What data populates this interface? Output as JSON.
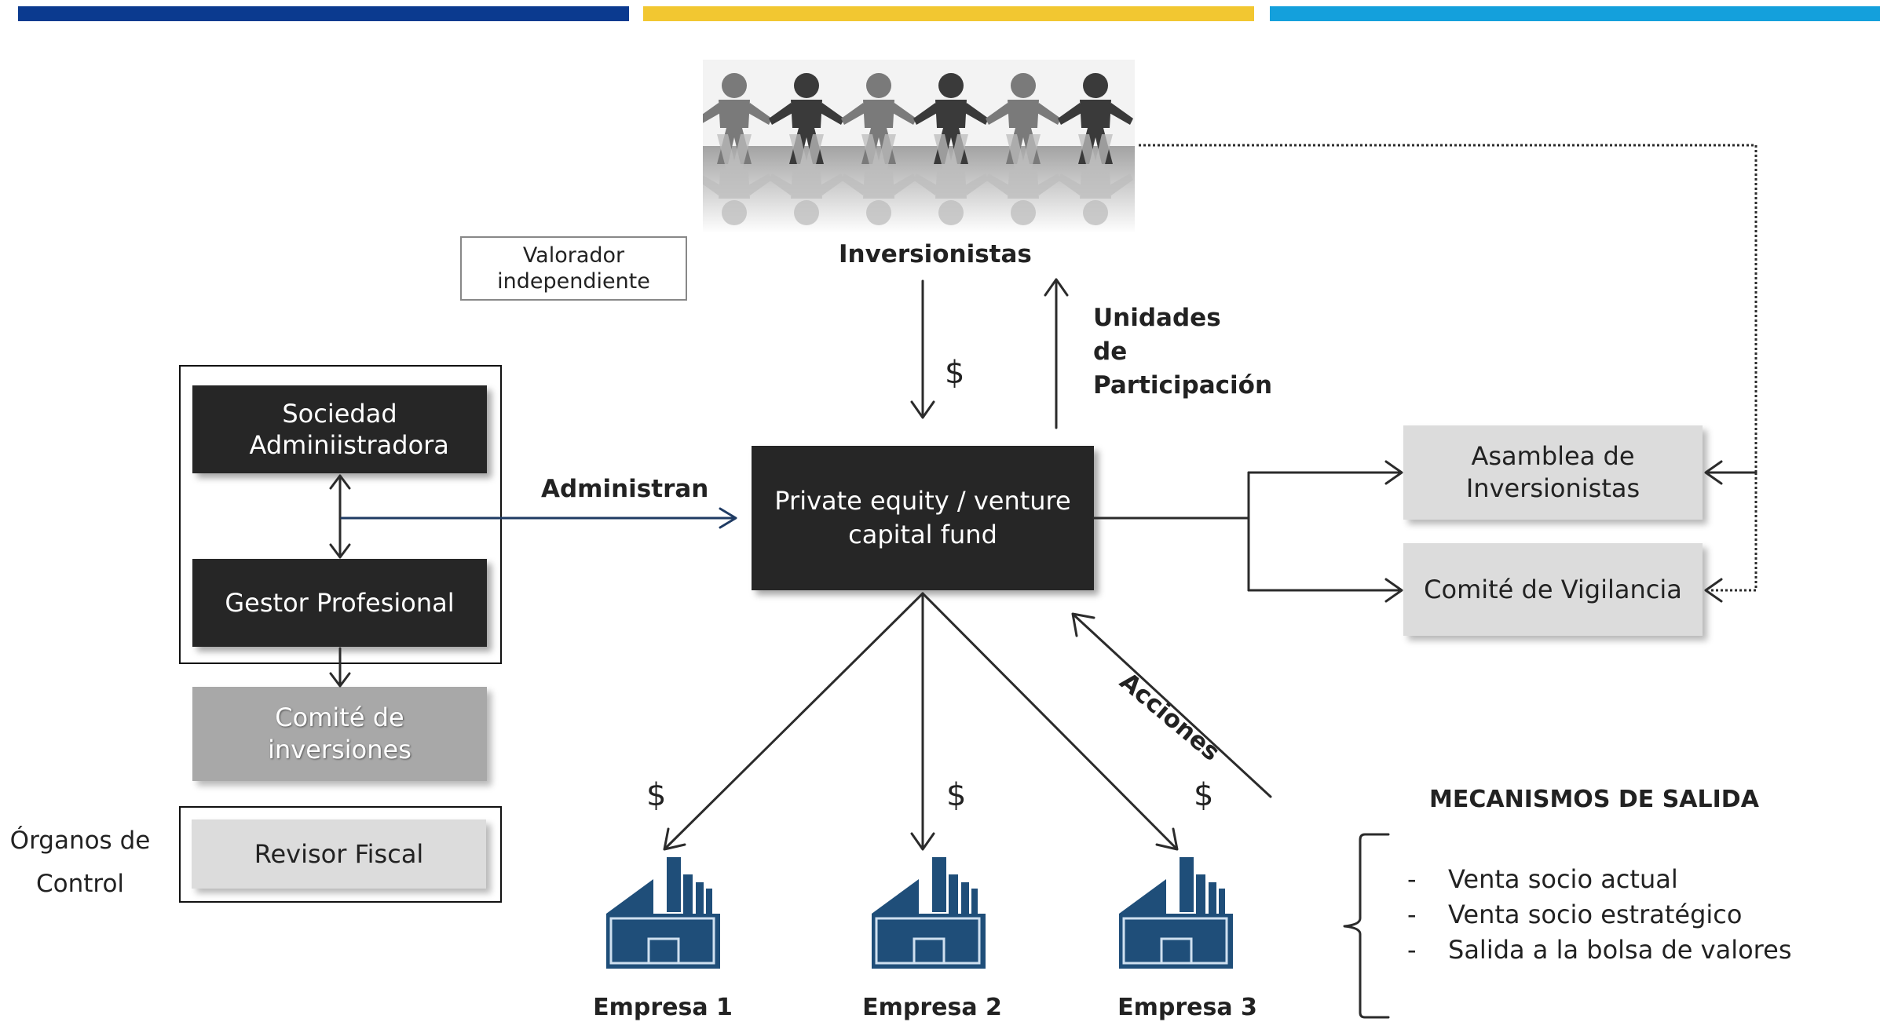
{
  "header_bars": {
    "left_color": "#0b3a8f",
    "middle_color": "#f2c731",
    "right_color": "#14a0dc"
  },
  "investors": {
    "label": "Inversionistas",
    "image_icon": "people-chain-icon"
  },
  "valuator": {
    "label": "Valorador independiente"
  },
  "flows": {
    "money_in": "$",
    "units": "Unidades de Participación",
    "administran": "Administran",
    "acciones": "Acciones"
  },
  "fund": {
    "label": "Private equity / venture capital fund"
  },
  "management": {
    "sociedad": "Sociedad Adminiistradora",
    "gestor": "Gestor Profesional",
    "comite_inversiones": "Comité de inversiones"
  },
  "governance": {
    "asamblea": "Asamblea de Inversionistas",
    "comite_vigilancia": "Comité de Vigilancia"
  },
  "control": {
    "title": "Órganos de Control",
    "revisor": "Revisor Fiscal"
  },
  "companies": [
    {
      "name": "Empresa 1",
      "money": "$"
    },
    {
      "name": "Empresa 2",
      "money": "$"
    },
    {
      "name": "Empresa 3",
      "money": "$"
    }
  ],
  "exit": {
    "title": "MECANISMOS DE SALIDA",
    "bullet": "-",
    "items": [
      "Venta socio actual",
      "Venta socio estratégico",
      "Salida a la bolsa de valores"
    ]
  },
  "colors": {
    "dark_box": "#262626",
    "light_box": "#dcdcdc",
    "mid_box": "#a8a8a8",
    "factory": "#1f4e79",
    "admin_arrow": "#1f3b63"
  }
}
